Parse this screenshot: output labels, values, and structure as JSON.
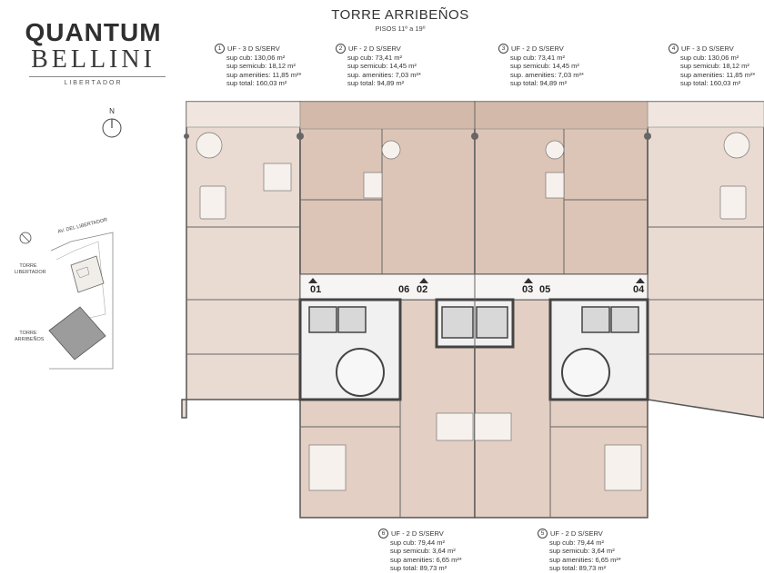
{
  "brand": {
    "line1": "QUANTUM",
    "line2": "BELLINI",
    "line3": "LIBERTADOR"
  },
  "title": "TORRE  ARRIBEÑOS",
  "subtitle": "PISOS  11º a 19º",
  "north": "N",
  "site": {
    "street": "AV. DEL LIBERTADOR",
    "tower1": "TORRE LIBERTADOR",
    "tower2": "TORRE ARRIBEÑOS"
  },
  "units": [
    {
      "num": "1",
      "name": "UF - 3 D S/SERV",
      "cub": "sup cub: 130,06 m²",
      "semi": "sup semicub: 18,12 m²",
      "amen": "sup amenities: 11,85 m²*",
      "total": "sup total: 160,03 m²"
    },
    {
      "num": "2",
      "name": "UF - 2 D S/SERV",
      "cub": "sup cub: 73,41 m²",
      "semi": "sup semicub: 14,45 m²",
      "amen": "sup. amenities: 7,03 m²*",
      "total": "sup total: 94,89 m²"
    },
    {
      "num": "3",
      "name": "UF - 2 D S/SERV",
      "cub": "sup cub: 73,41 m²",
      "semi": "sup semicub: 14,45 m²",
      "amen": "sup. amenities: 7,03 m²*",
      "total": "sup total: 94,89 m²"
    },
    {
      "num": "4",
      "name": "UF - 3 D S/SERV",
      "cub": "sup cub: 130,06 m²",
      "semi": "sup semicub: 18,12 m²",
      "amen": "sup amenities: 11,85 m²*",
      "total": "sup total: 160,03 m²"
    },
    {
      "num": "6",
      "name": "UF - 2 D S/SERV",
      "cub": "sup cub: 79,44 m²",
      "semi": "sup semicub: 3,64 m²",
      "amen": "sup amenities: 6,65 m²*",
      "total": "sup total: 89,73 m²"
    },
    {
      "num": "5",
      "name": "UF - 2 D S/SERV",
      "cub": "sup cub: 79,44 m²",
      "semi": "sup semicub: 3,64 m²",
      "amen": "sup amenities: 6,65 m²*",
      "total": "sup total: 89,73 m²"
    }
  ],
  "plan_labels": {
    "l01": "01",
    "l06": "06",
    "l02": "02",
    "l03": "03",
    "l05": "05",
    "l04": "04"
  },
  "colors": {
    "plan_fill": "#e7d6cc",
    "plan_fill_dark": "#dcc4b6",
    "wall": "#4a4a4a",
    "core": "#f2f2f2"
  }
}
